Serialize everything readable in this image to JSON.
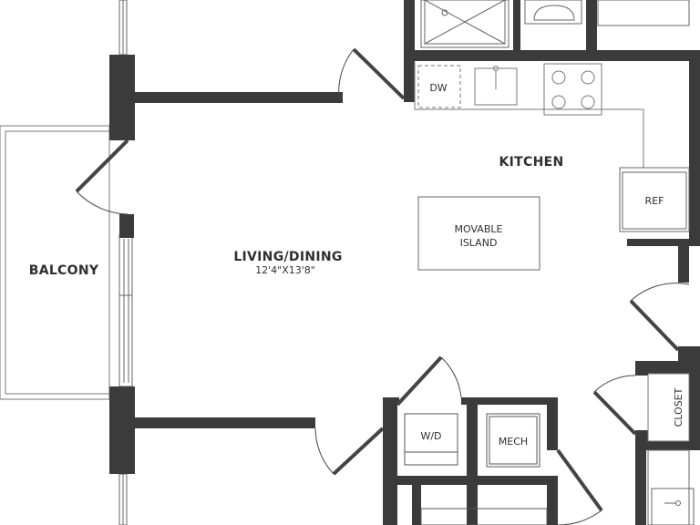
{
  "colors": {
    "wall": "#3b3b3b",
    "outline": "#555555",
    "fixture": "#808080",
    "text": "#2f2f2f",
    "background": "#ffffff"
  },
  "rooms": {
    "kitchen": "KITCHEN",
    "living_dining": "LIVING/DINING",
    "living_dining_dims": "12'4\"X13'8\"",
    "balcony": "BALCONY",
    "closet": "CLOSET"
  },
  "fixtures": {
    "dishwasher": "DW",
    "refrigerator": "REF",
    "island_line1": "MOVABLE",
    "island_line2": "ISLAND",
    "washer_dryer": "W/D",
    "mechanical": "MECH"
  }
}
